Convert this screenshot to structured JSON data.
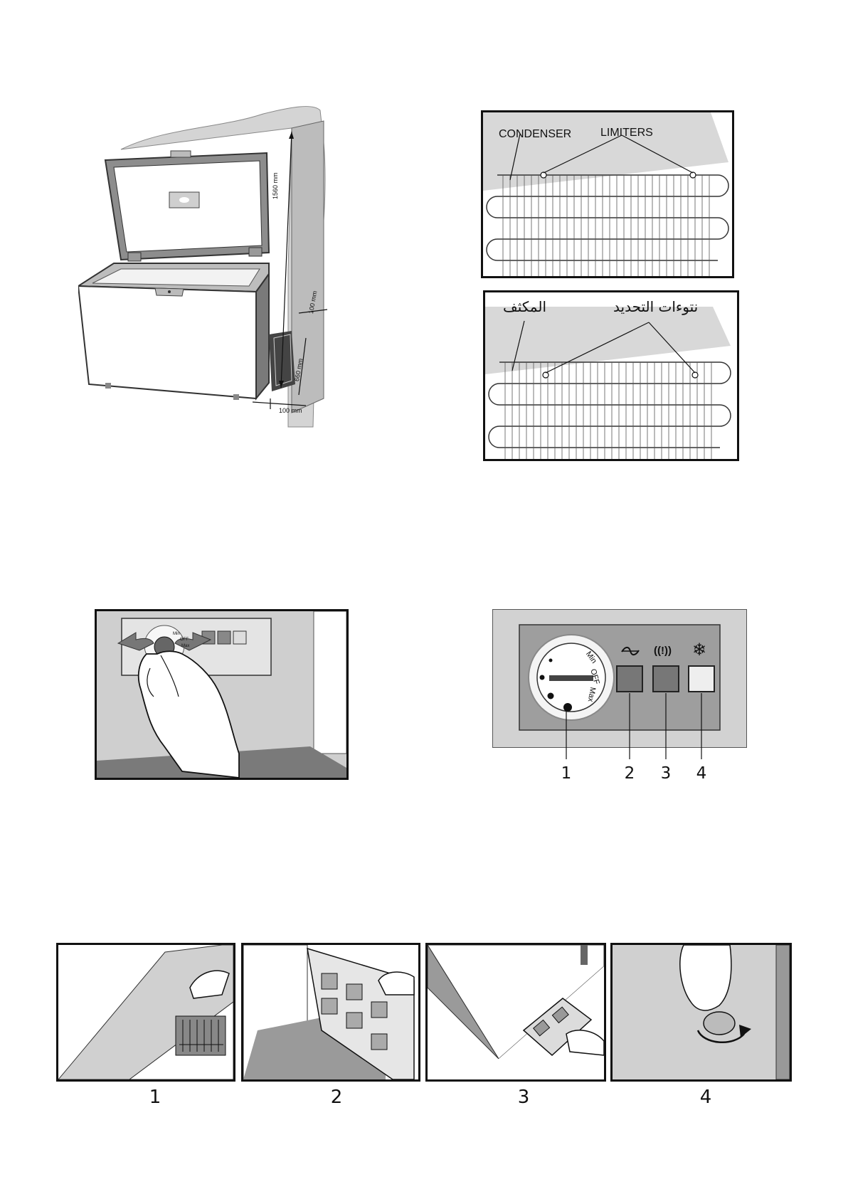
{
  "freezer_figure": {
    "dim_height": "1560 mm",
    "dim_top_gap": "100 mm",
    "dim_vent": "660 mm",
    "dim_side": "100 mm"
  },
  "condenser_panel_en": {
    "condenser_label": "CONDENSER",
    "limiters_label": "LIMITERS"
  },
  "condenser_panel_ar": {
    "condenser_label": "المكثف",
    "limiters_label": "نتوءات التحديد"
  },
  "thermostat_figure": {
    "dial_min": "Min",
    "dial_off": "OFF",
    "dial_max": "Max"
  },
  "control_panel": {
    "dial_min": "Min",
    "dial_off": "OFF",
    "dial_max": "Max",
    "alarm_symbol": "((!))",
    "power_icon": "wave-icon",
    "snowflake_icon": "snowflake-icon",
    "callouts": [
      "1",
      "2",
      "3",
      "4"
    ]
  },
  "steps": {
    "labels": [
      "1",
      "2",
      "3",
      "4"
    ]
  }
}
